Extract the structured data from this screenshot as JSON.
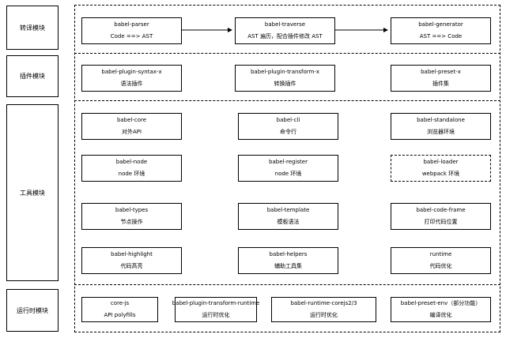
{
  "sections": {
    "compile": "转译模块",
    "plugin": "插件模块",
    "tool": "工具模块",
    "runtime": "运行时模块"
  },
  "compile": {
    "parser": {
      "name": "babel-parser",
      "desc": "Code ==> AST"
    },
    "traverse": {
      "name": "babel-traverse",
      "desc": "AST 遍历，配合插件修改 AST"
    },
    "generator": {
      "name": "babel-generator",
      "desc": "AST ==> Code"
    }
  },
  "plugin": {
    "syntax": {
      "name": "babel-plugin-syntax-x",
      "desc": "语法插件"
    },
    "transform": {
      "name": "babel-plugin-transform-x",
      "desc": "转换插件"
    },
    "preset": {
      "name": "babel-preset-x",
      "desc": "插件集"
    }
  },
  "tool": {
    "core": {
      "name": "babel-core",
      "desc": "对外API"
    },
    "cli": {
      "name": "babel-cli",
      "desc": "命令行"
    },
    "standalone": {
      "name": "babel-standalone",
      "desc": "浏览器环境"
    },
    "node": {
      "name": "babel-node",
      "desc": "node 环境"
    },
    "register": {
      "name": "babel-register",
      "desc": "node 环境"
    },
    "loader": {
      "name": "babel-loader",
      "desc": "webpack 环境"
    },
    "types": {
      "name": "babel-types",
      "desc": "节点操作"
    },
    "template": {
      "name": "babel-template",
      "desc": "模板语法"
    },
    "codeframe": {
      "name": "babel-code-frame",
      "desc": "打印代码位置"
    },
    "highlight": {
      "name": "babel-highlight",
      "desc": "代码高亮"
    },
    "helpers": {
      "name": "babel-helpers",
      "desc": "辅助工具集"
    },
    "runtime": {
      "name": "runtime",
      "desc": "代码优化"
    }
  },
  "runtime": {
    "corejs": {
      "name": "core-js",
      "desc": "API polyfills"
    },
    "transform_runtime": {
      "name": "babel-plugin-transform-runtime",
      "desc": "运行时优化"
    },
    "runtime_corejs": {
      "name": "babel-runtime-corejs2/3",
      "desc": "运行时优化"
    },
    "preset_env": {
      "name": "babel-preset-env（部分功能）",
      "desc": "编译优化"
    }
  }
}
